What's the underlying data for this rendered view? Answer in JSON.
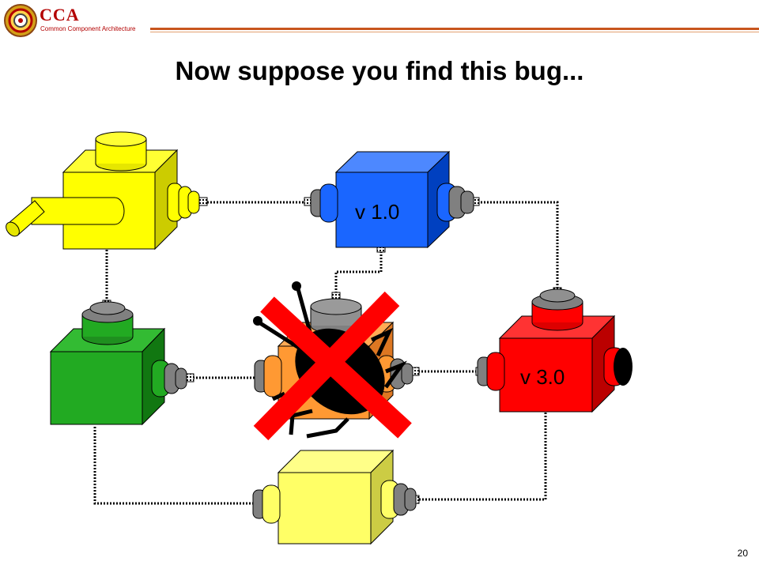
{
  "header": {
    "logo_text": "CCA",
    "logo_subtitle": "Common Component Architecture",
    "colors": {
      "logo_red": "#b30000",
      "rule": "#c8551e"
    }
  },
  "slide": {
    "title": "Now suppose you find this bug...",
    "page_number": "20"
  },
  "diagram": {
    "components": [
      {
        "id": "yellow-driver",
        "color": "#ffff00"
      },
      {
        "id": "blue-v1",
        "color": "#1a66ff",
        "label": "v 1.0"
      },
      {
        "id": "green",
        "color": "#22aa22"
      },
      {
        "id": "orange-buggy",
        "color": "#ff9933"
      },
      {
        "id": "red-v3",
        "color": "#ff0000",
        "label": "v 3.0"
      },
      {
        "id": "pale-yellow",
        "color": "#ffff66"
      }
    ],
    "bug_icon": "bug-icon",
    "cross_icon": "red-x-icon"
  }
}
